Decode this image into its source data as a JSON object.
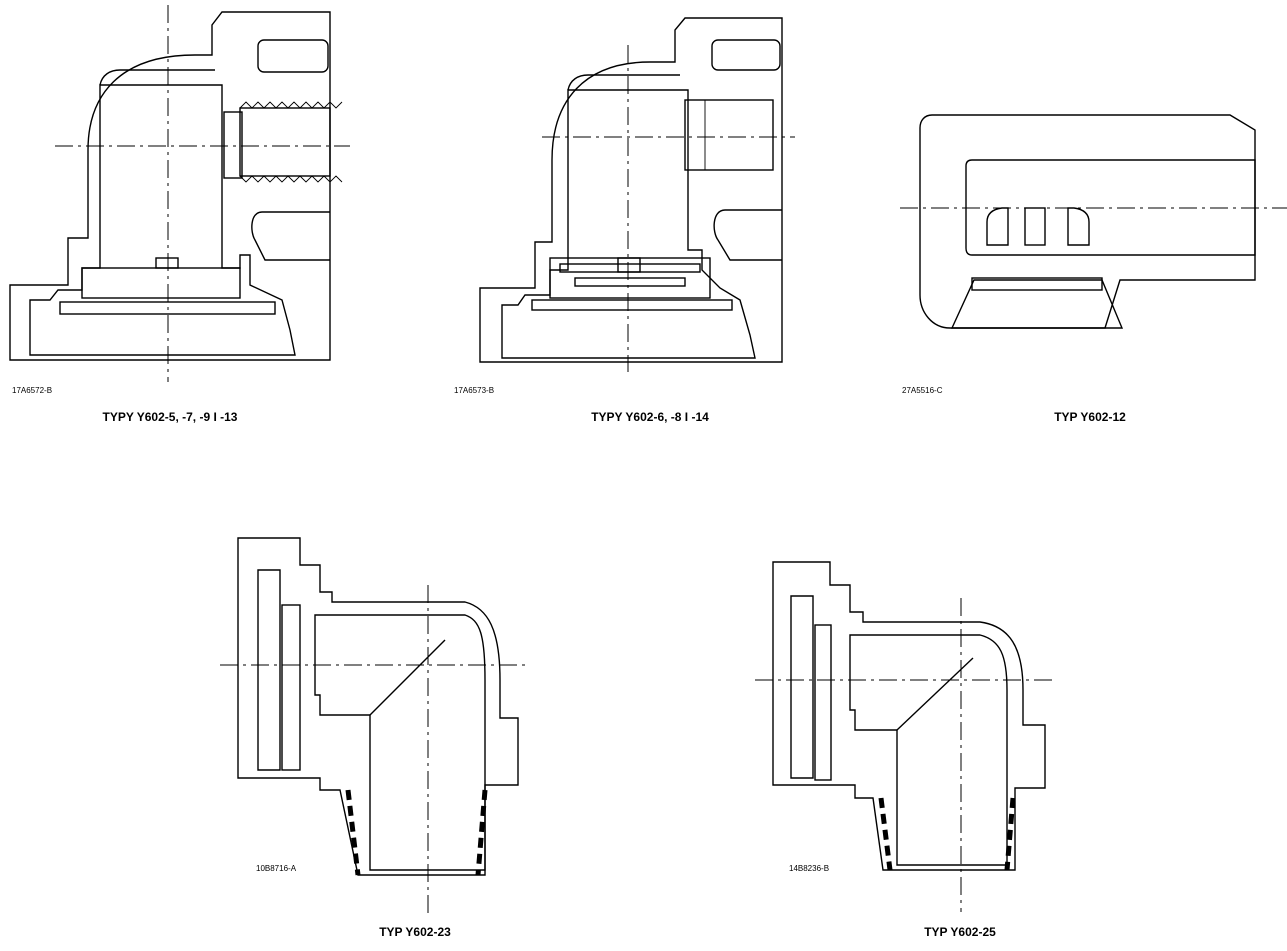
{
  "figures": [
    {
      "code": "17A6572-B",
      "caption": "TYPY Y602-5, -7, -9 I -13"
    },
    {
      "code": "17A6573-B",
      "caption": "TYPY Y602-6, -8 I -14"
    },
    {
      "code": "27A5516-C",
      "caption": "TYP Y602-12"
    },
    {
      "code": "10B8716-A",
      "caption": "TYP Y602-23"
    },
    {
      "code": "14B8236-B",
      "caption": "TYP Y602-25"
    }
  ]
}
